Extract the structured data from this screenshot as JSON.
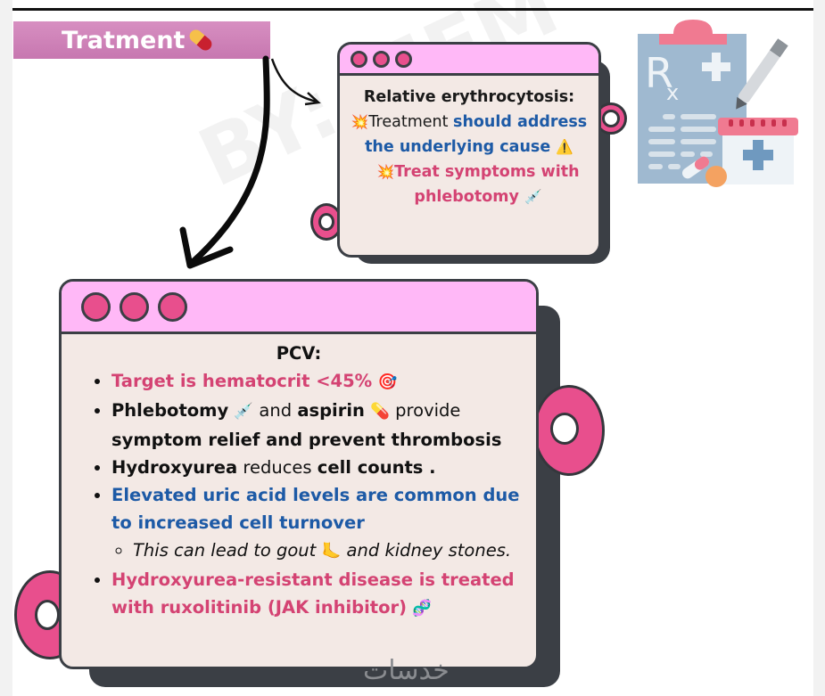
{
  "header": {
    "title": "Tratment",
    "title_icon": "pill-icon"
  },
  "watermark": "BY: MEM",
  "relative_card": {
    "heading": "Relative erythrocytosis:",
    "line1_icon": "collision-icon",
    "line1_plain": "Treatment ",
    "line1_blue": "should address the underlying cause",
    "line1_end_icon": "warning-icon",
    "line1_end_glyph": "⚠️",
    "line2_icon": "collision-icon",
    "line2_pink": "Treat symptoms with phlebotomy",
    "line2_end_icon": "syringe-icon",
    "burst_glyph": "💥",
    "syringe_glyph": "💉"
  },
  "pcv_card": {
    "heading": "PCV:",
    "items": [
      {
        "pink": "Target is hematocrit <45%",
        "icon_glyph": "🎯"
      },
      {
        "b1": "Phlebotomy",
        "syringe": "💉",
        "n1": " and ",
        "b2": "aspirin",
        "pill": "💊",
        "n2": " provide ",
        "b3": "symptom relief and prevent thrombosis"
      },
      {
        "b1": "Hydroxyurea",
        "n1": " reduces ",
        "b2": "cell counts ."
      },
      {
        "blue": "Elevated uric acid levels are common due to increased cell turnover",
        "sub": {
          "i1": "This can lead to gout ",
          "icon": "🦶",
          "i2": " and kidney stones."
        }
      },
      {
        "pink": "Hydroxyurea-resistant disease is treated with ruxolitinib (JAK inhibitor)",
        "icon_glyph": "🧬"
      }
    ]
  },
  "illustration": {
    "label": "prescription-clipboard",
    "rx_text": "Rx"
  },
  "footer_watermark": "خدسات",
  "colors": {
    "pink_text": "#d44373",
    "blue_text": "#1d5aa6",
    "banner": "#c777b0",
    "titlebar": "#ffb8f7",
    "ring": "#e84f8d",
    "card_bg": "#f3e9e5",
    "frame": "#3b3f45"
  }
}
